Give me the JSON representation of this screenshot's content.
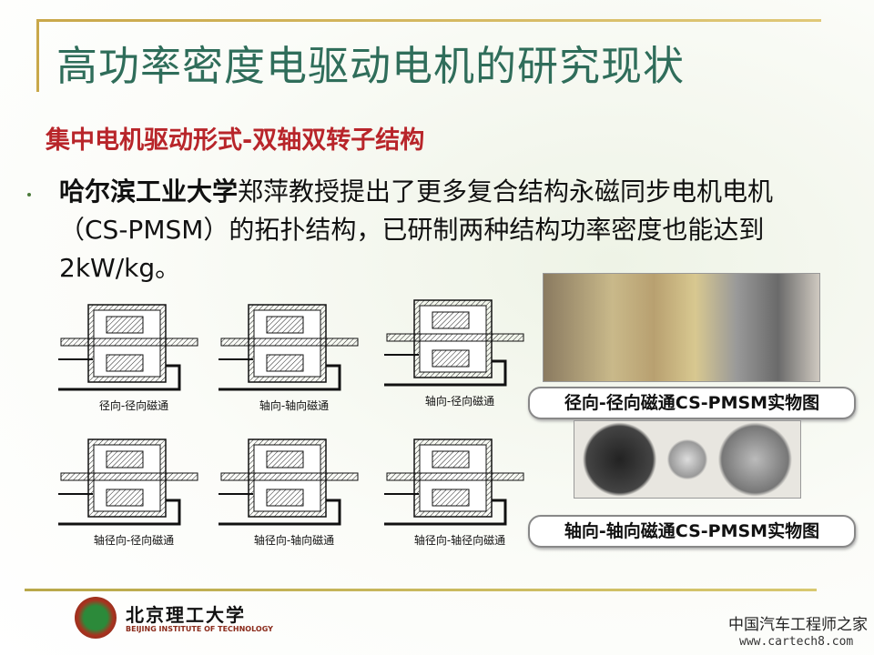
{
  "title": "高功率密度电驱动电机的研究现状",
  "subtitle": "集中电机驱动形式-双轴双转子结构",
  "body": {
    "bold": "哈尔滨工业大学",
    "rest": "郑萍教授提出了更多复合结构永磁同步电机电机（CS-PMSM）的拓扑结构，已研制两种结构功率密度也能达到2kW/kg。"
  },
  "diagrams": [
    {
      "label": "径向-径向磁通"
    },
    {
      "label": "轴向-轴向磁通"
    },
    {
      "label": "轴向-径向磁通"
    },
    {
      "label": "轴径向-径向磁通"
    },
    {
      "label": "轴径向-轴向磁通"
    },
    {
      "label": "轴径向-轴径向磁通"
    }
  ],
  "photos": [
    {
      "label": "径向-径向磁通CS-PMSM实物图"
    },
    {
      "label": "轴向-轴向磁通CS-PMSM实物图"
    }
  ],
  "footer": {
    "logo_cn": "北京理工大学",
    "logo_en": "BEIJING INSTITUTE OF TECHNOLOGY",
    "watermark_cn": "中国汽车工程师之家",
    "watermark_url": "www.cartech8.com"
  }
}
